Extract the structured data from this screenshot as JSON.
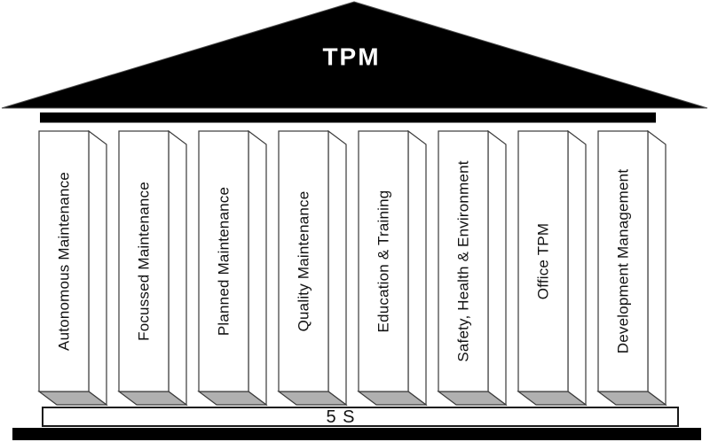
{
  "diagram": {
    "title": "TPM",
    "title_color": "#ffffff",
    "roof_color": "#000000",
    "beam_color": "#000000",
    "ground_color": "#000000",
    "pillar_fill": "#ffffff",
    "pillar_base_fill": "#b0b0b0",
    "outline_color": "#3a3a3a",
    "foundation": {
      "label": "5 S",
      "fill": "#ffffff"
    },
    "pillars": [
      {
        "label": "Autonomous Maintenance"
      },
      {
        "label": "Focussed Maintenance"
      },
      {
        "label": "Planned Maintenance"
      },
      {
        "label": "Quality Maintenance"
      },
      {
        "label": "Education & Training"
      },
      {
        "label": "Safety, Health & Environment"
      },
      {
        "label": "Office TPM"
      },
      {
        "label": "Development Management"
      }
    ]
  }
}
